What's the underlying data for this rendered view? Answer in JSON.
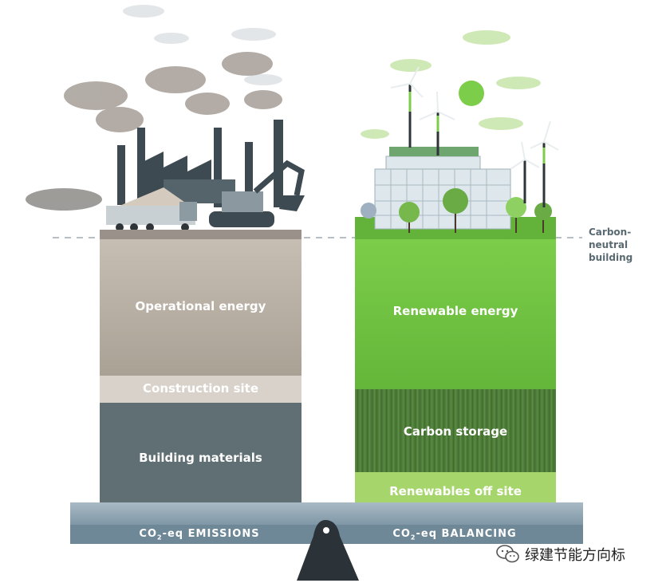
{
  "left_column": {
    "blocks": [
      {
        "id": "operational",
        "label": "Operational energy",
        "color": "#b4aba0"
      },
      {
        "id": "construction",
        "label": "Construction site",
        "color": "#d8d2cb"
      },
      {
        "id": "materials",
        "label": "Building materials",
        "color": "#5f6f73"
      }
    ]
  },
  "right_column": {
    "blocks": [
      {
        "id": "renewable",
        "label": "Renewable energy",
        "color": "#6cc23f"
      },
      {
        "id": "storage",
        "label": "Carbon storage",
        "color": "#4f7f3a"
      },
      {
        "id": "offsite",
        "label": "Renewables off site",
        "color": "#a6d66b"
      }
    ]
  },
  "balance_line_label": [
    "Carbon-neutral",
    "building"
  ],
  "beam": {
    "left": {
      "prefix": "CO",
      "subscript": "2",
      "suffix": "-eq EMISSIONS"
    },
    "right": {
      "prefix": "CO",
      "subscript": "2",
      "suffix": "-eq BALANCING"
    },
    "color": "#7e95a4"
  },
  "watermark": "绿建节能方向标"
}
